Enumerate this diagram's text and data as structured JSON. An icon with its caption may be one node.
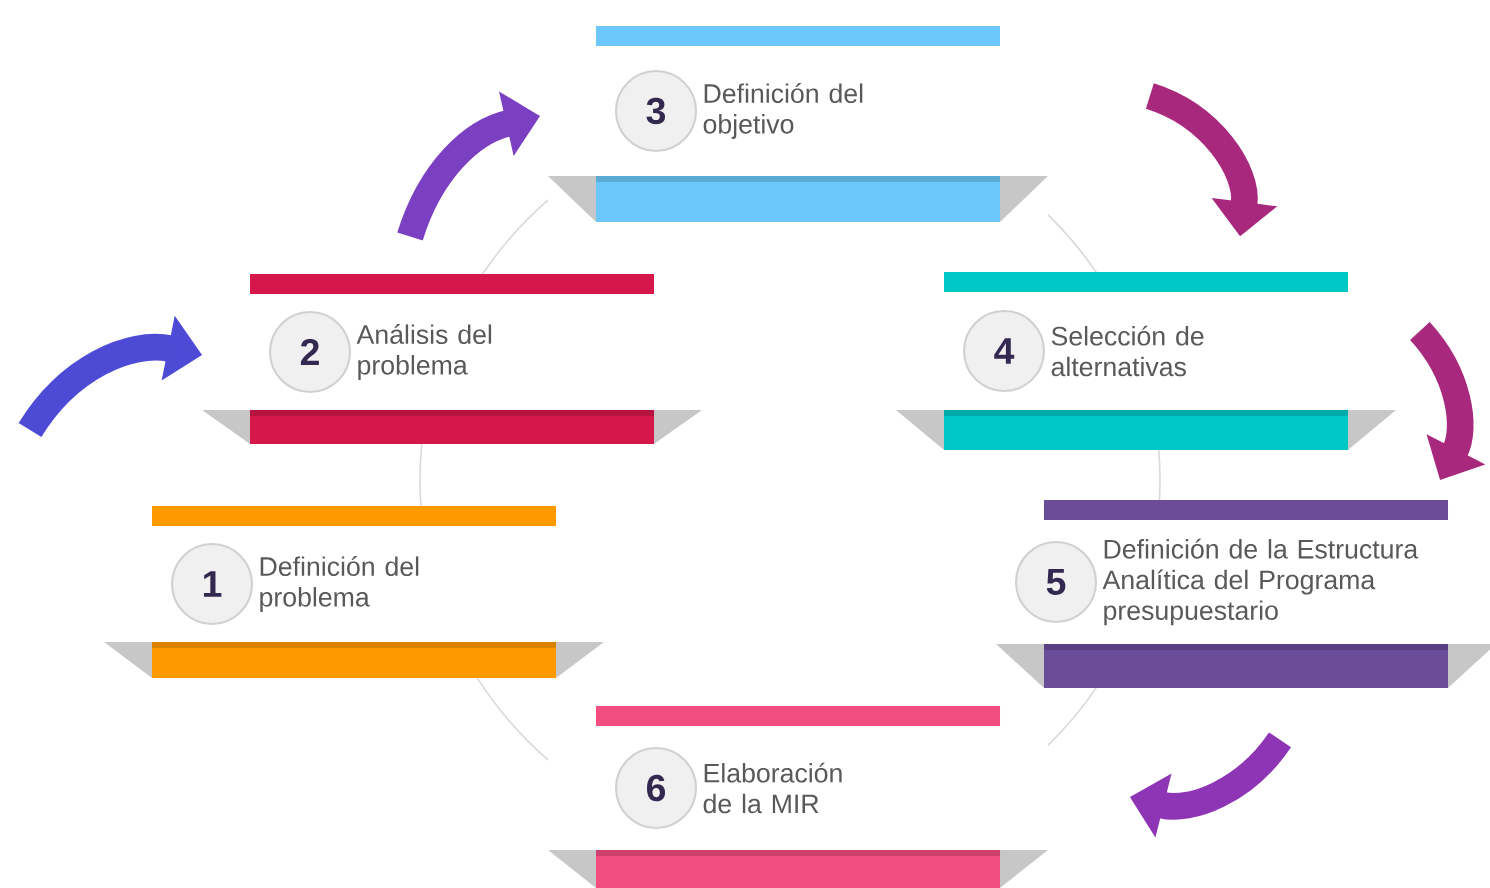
{
  "diagram": {
    "nodes": [
      {
        "text": [
          "1",
          "Definición del problema"
        ]
      },
      {
        "text": [
          "2",
          "Análisis del problema"
        ]
      },
      {
        "text": [
          "3",
          "Definición del objetivo"
        ]
      },
      {
        "text": [
          "4",
          "Selección de alternativas"
        ]
      },
      {
        "text": [
          "5",
          "Definición de la Estructura Analítica del Programa presupuestario"
        ]
      },
      {
        "text": [
          "6",
          "Elaboración de la MIR"
        ]
      }
    ],
    "edges": [
      {
        "from": null,
        "to": 1,
        "arrow": "to",
        "color": "#4d4ad6"
      },
      {
        "from": 1,
        "to": 2,
        "arrow": "to",
        "color": "#7b3fc2"
      },
      {
        "from": 2,
        "to": 3,
        "arrow": "to",
        "color": "#a8287e"
      },
      {
        "from": 3,
        "to": 4,
        "arrow": "to",
        "color": "#a8287e"
      },
      {
        "from": 4,
        "to": 5,
        "arrow": "to",
        "color": "#8e35b5"
      }
    ]
  }
}
